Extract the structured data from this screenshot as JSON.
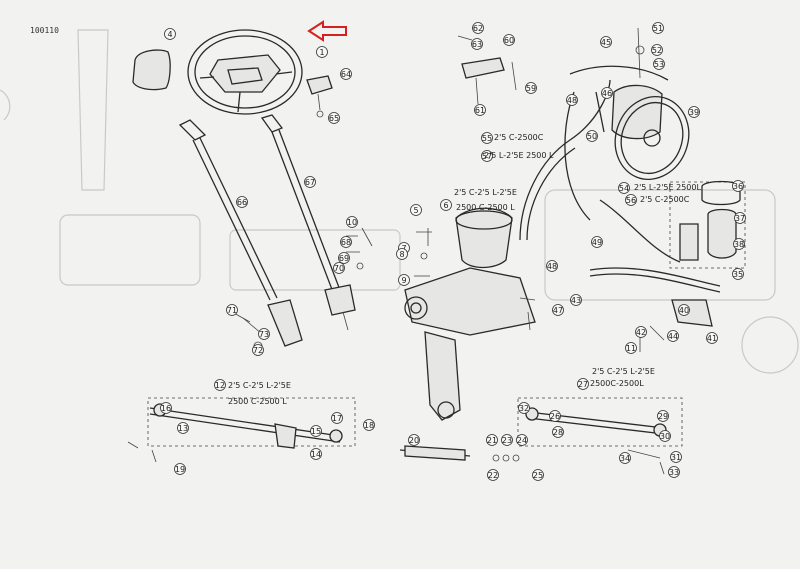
{
  "drawing_code": "100110",
  "highlight_color": "#d62020",
  "notes": [
    {
      "text": "2'5 C-2500C"
    },
    {
      "text": "2'5 L-2'5E 2500 L"
    },
    {
      "text": "2'5 L-2'5E 2500L"
    },
    {
      "text": "2'5 C-2500C"
    },
    {
      "text": "2'5 C-2'5 L-2'5E"
    },
    {
      "text": "2500 C-2500 L"
    },
    {
      "text": "2'5 C-2'5 L-2'5E"
    },
    {
      "text": "2500C-2500L"
    },
    {
      "text": "2'5 C-2'5 L-2'5E"
    },
    {
      "text": "2500 C-2500 L"
    }
  ],
  "callouts": [
    "1",
    "4",
    "64",
    "65",
    "62",
    "61",
    "63",
    "60",
    "59",
    "51",
    "52",
    "53",
    "45",
    "46",
    "48",
    "50",
    "39",
    "55",
    "57",
    "54",
    "56",
    "36",
    "37",
    "38",
    "5",
    "6",
    "7",
    "8",
    "9",
    "10",
    "66",
    "67",
    "68",
    "69",
    "70",
    "71",
    "72",
    "73",
    "48",
    "49",
    "47",
    "43",
    "44",
    "40",
    "41",
    "42",
    "11",
    "12",
    "13",
    "14",
    "15",
    "16",
    "17",
    "18",
    "19",
    "20",
    "21",
    "22",
    "23",
    "24",
    "25",
    "26",
    "27",
    "28",
    "29",
    "30",
    "31",
    "32",
    "33",
    "34",
    "35"
  ]
}
